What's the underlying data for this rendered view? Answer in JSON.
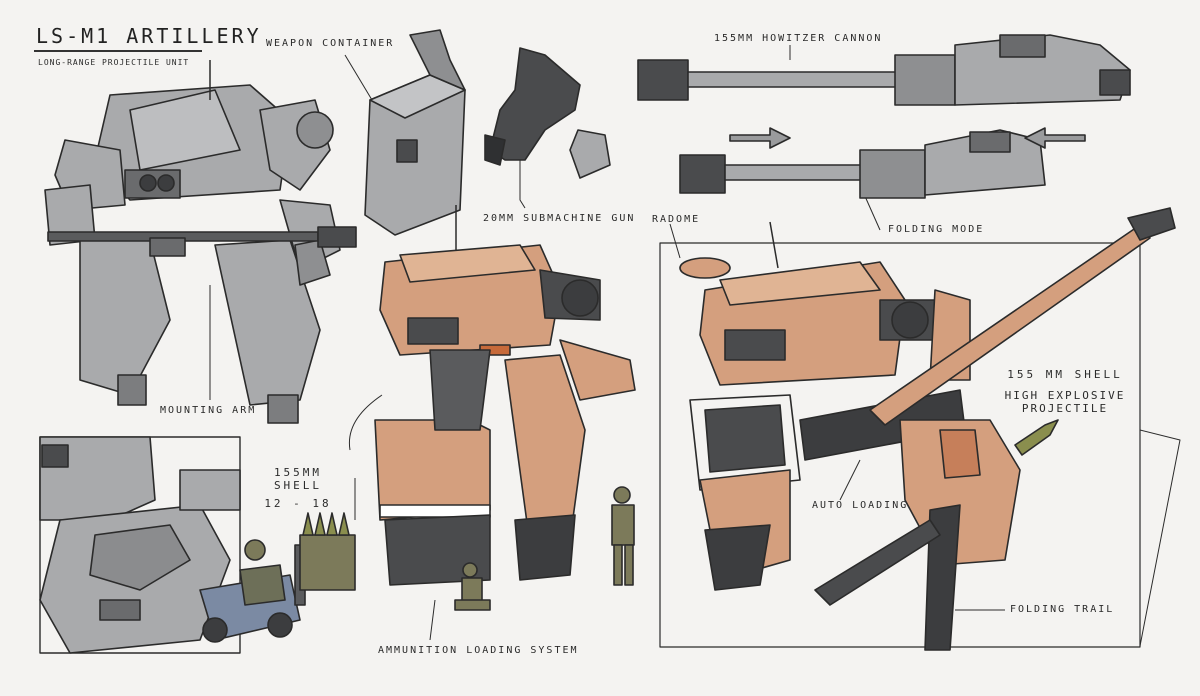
{
  "title": "LS-M1 ARTILLERY",
  "subtitle": "LONG-RANGE PROJECTILE UNIT",
  "labels": {
    "weapon_container": "WEAPON CONTAINER",
    "submachine_gun": "20MM SUBMACHINE GUN",
    "howitzer": "155MM HOWITZER CANNON",
    "folding_mode": "FOLDING MODE",
    "radome": "RADOME",
    "mounting_arm": "MOUNTING ARM",
    "shell_left_line1": "155MM SHELL",
    "shell_left_line2": "12 - 18",
    "shell_right_line1": "155 MM SHELL",
    "shell_right_line2": "HIGH EXPLOSIVE PROJECTILE",
    "auto_loading": "AUTO LOADING",
    "ammunition_loading": "AMMUNITION LOADING SYSTEM",
    "folding_trail": "FOLDING TRAIL"
  },
  "colors": {
    "grey_mech": "#a9aaac",
    "tan_mech": "#d49f7e",
    "dark_parts": "#4a4b4d",
    "forklift": "#7b8aa3",
    "soldier": "#7c7a5a",
    "outline": "#2b2b2b"
  }
}
